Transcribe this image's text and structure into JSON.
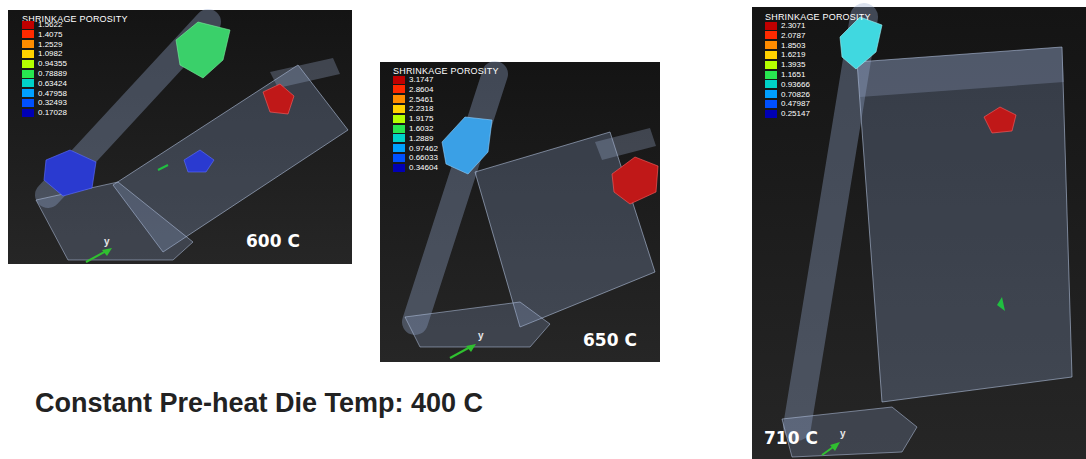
{
  "diagram": {
    "caption": "Constant Pre-heat Die Temp: 400 C",
    "nodes": [
      {
        "text": [
          "SHRINKAGE POROSITY",
          "600 C"
        ]
      },
      {
        "text": [
          "SHRINKAGE POROSITY",
          "650 C"
        ]
      },
      {
        "text": [
          "SHRINKAGE POROSITY",
          "710 C"
        ]
      }
    ],
    "labels": [
      "y",
      "y",
      "y"
    ],
    "legend": [
      {
        "text": "1.5622",
        "color": "#c00000"
      },
      {
        "text": "1.4075",
        "color": "#ff2a00"
      },
      {
        "text": "1.2529",
        "color": "#ff8c00"
      },
      {
        "text": "1.0982",
        "color": "#ffd200"
      },
      {
        "text": "0.94355",
        "color": "#b4ff00"
      },
      {
        "text": "0.78889",
        "color": "#28e650"
      },
      {
        "text": "0.63424",
        "color": "#00d2c8"
      },
      {
        "text": "0.47958",
        "color": "#00a0ff"
      },
      {
        "text": "0.32493",
        "color": "#0050ff"
      },
      {
        "text": "0.17028",
        "color": "#0000b4"
      },
      {
        "text": "3.1747",
        "color": "#c00000"
      },
      {
        "text": "2.8604",
        "color": "#ff2a00"
      },
      {
        "text": "2.5461",
        "color": "#ff8c00"
      },
      {
        "text": "2.2318",
        "color": "#ffd200"
      },
      {
        "text": "1.9175",
        "color": "#b4ff00"
      },
      {
        "text": "1.6032",
        "color": "#28e650"
      },
      {
        "text": "1.2889",
        "color": "#00d2c8"
      },
      {
        "text": "0.97462",
        "color": "#00a0ff"
      },
      {
        "text": "0.66033",
        "color": "#0050ff"
      },
      {
        "text": "0.34604",
        "color": "#0000b4"
      },
      {
        "text": "2.3071",
        "color": "#c00000"
      },
      {
        "text": "2.0787",
        "color": "#ff2a00"
      },
      {
        "text": "1.8503",
        "color": "#ff8c00"
      },
      {
        "text": "1.6219",
        "color": "#ffd200"
      },
      {
        "text": "1.3935",
        "color": "#b4ff00"
      },
      {
        "text": "1.1651",
        "color": "#28e650"
      },
      {
        "text": "0.93666",
        "color": "#00d2c8"
      },
      {
        "text": "0.70826",
        "color": "#00a0ff"
      },
      {
        "text": "0.47987",
        "color": "#0050ff"
      },
      {
        "text": "0.25147",
        "color": "#0000b4"
      }
    ]
  }
}
